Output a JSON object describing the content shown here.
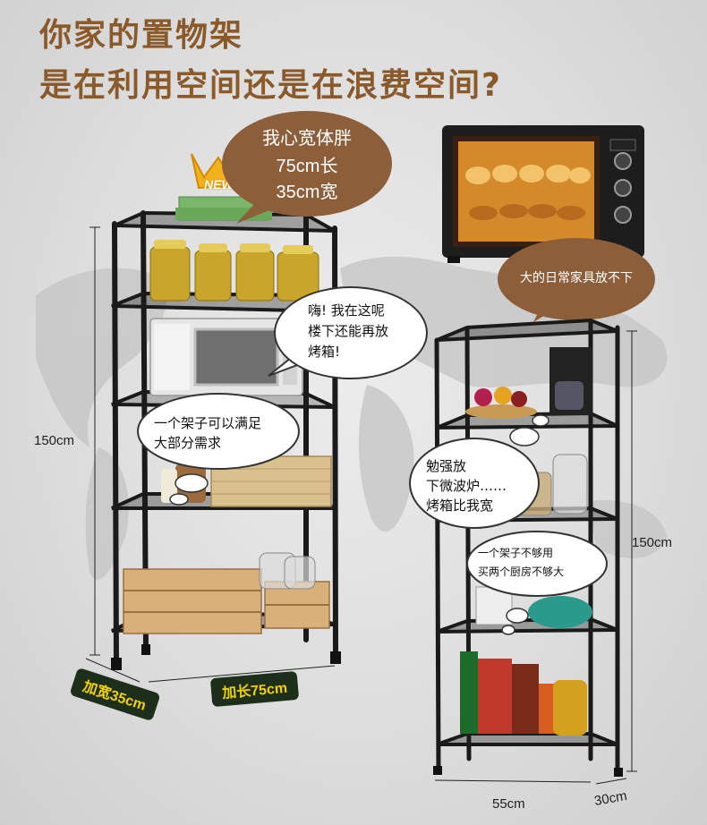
{
  "headline": {
    "line1": "你家的置物架",
    "line2": "是在利用空间还是在浪费空间?"
  },
  "left_rack": {
    "badge": "NEW!",
    "bubble_top": {
      "line1": "我心宽体胖",
      "line2": "75cm长",
      "line3": "35cm宽"
    },
    "bubble_middle": {
      "line1": "嗨! 我在这呢",
      "line2": "楼下还能再放",
      "line3": "烤箱!"
    },
    "bubble_lower": {
      "line1": "一个架子可以满足",
      "line2": "大部分需求"
    },
    "height_label": "150cm",
    "depth_label": "加宽35cm",
    "length_label": "加长75cm"
  },
  "right_rack": {
    "oven_bubble": "大的日常家具放不下",
    "bubble_middle": {
      "line1": "勉强放",
      "line2": "下微波炉……",
      "line3": "烤箱比我宽"
    },
    "bubble_lower": {
      "line1": "一个架子不够用",
      "line2": "买两个厨房不够大"
    },
    "height_label": "150cm",
    "width_label": "55cm",
    "depth_label": "30cm"
  },
  "colors": {
    "headline": "#8b5a2b",
    "bubble_brown": "#8c5f3a",
    "tag_bg": "#1d2f1a",
    "tag_text": "#f2d200",
    "rack": "#1a1a1a"
  }
}
